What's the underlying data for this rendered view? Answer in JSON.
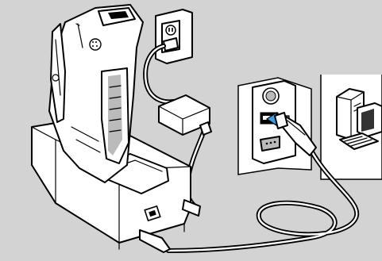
{
  "illustration": {
    "kind": "cradle-to-host-computer USB connection",
    "items": [
      "mobile-computer",
      "charging-cradle",
      "wall-outlet",
      "power-adapter",
      "usb-cable",
      "usb-port-panel",
      "desktop-computer"
    ],
    "colors": {
      "background": "#d3d3d3",
      "device_fill": "#ffffff",
      "line": "#000000",
      "arrow_accent": "#3aa0e0"
    }
  }
}
